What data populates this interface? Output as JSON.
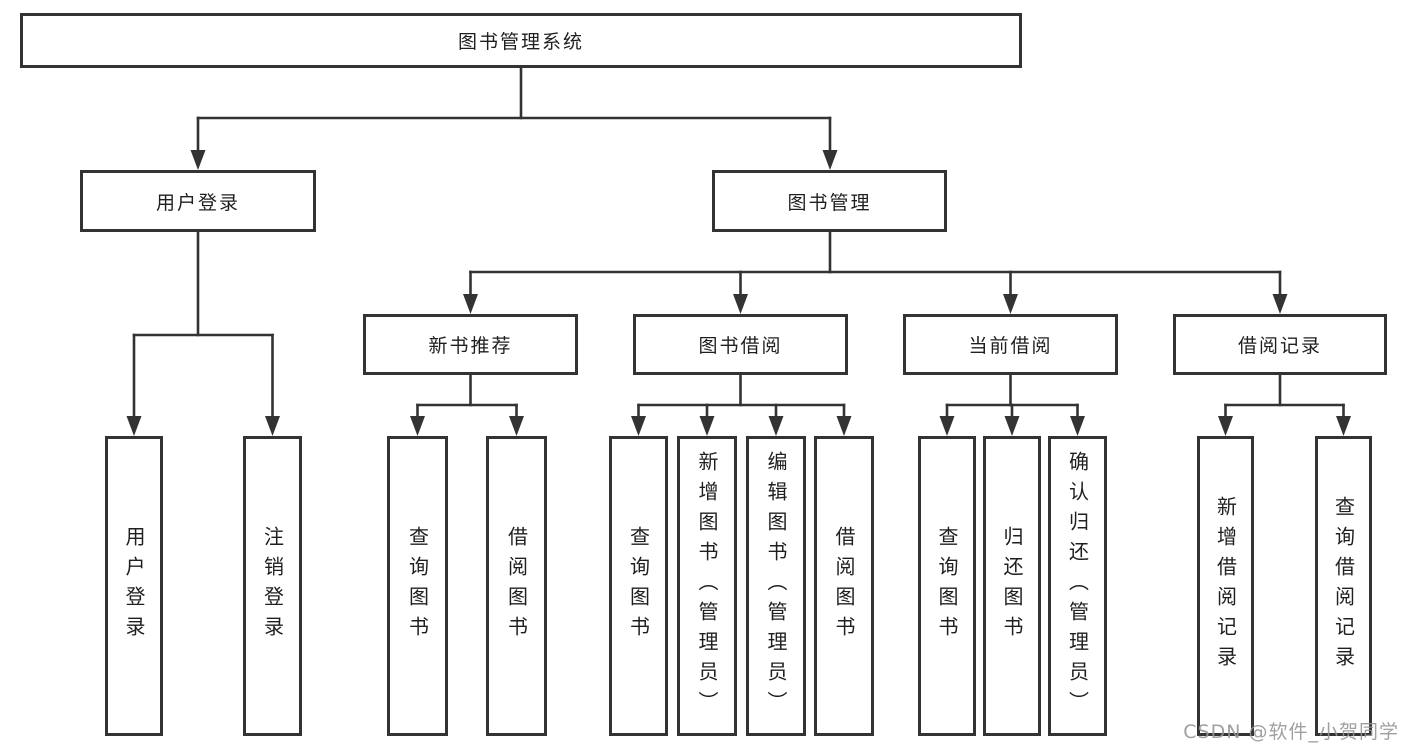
{
  "colors": {
    "line": "#333333",
    "box_border": "#333333",
    "text": "#1f1f1f",
    "watermark": "#969696"
  },
  "watermark": "CSDN @软件_小贺同学",
  "nodes": {
    "root": "图书管理系统",
    "user_login": "用户登录",
    "book_mgmt": "图书管理",
    "new_book_rec": "新书推荐",
    "book_borrow": "图书借阅",
    "current_borrow": "当前借阅",
    "borrow_record": "借阅记录",
    "leaf_user_login": "用户登录",
    "leaf_logout": "注销登录",
    "leaf_nr_query": "查询图书",
    "leaf_nr_borrow": "借阅图书",
    "leaf_bb_query": "查询图书",
    "leaf_bb_add": "新增图书（管理员）",
    "leaf_bb_edit": "编辑图书（管理员）",
    "leaf_bb_borrow": "借阅图书",
    "leaf_cb_query": "查询图书",
    "leaf_cb_return": "归还图书",
    "leaf_cb_confirm": "确认归还（管理员）",
    "leaf_br_add": "新增借阅记录",
    "leaf_br_query": "查询借阅记录"
  },
  "hierarchy": {
    "图书管理系统": [
      "用户登录",
      "图书管理"
    ],
    "用户登录": [
      "用户登录",
      "注销登录"
    ],
    "图书管理": [
      "新书推荐",
      "图书借阅",
      "当前借阅",
      "借阅记录"
    ],
    "新书推荐": [
      "查询图书",
      "借阅图书"
    ],
    "图书借阅": [
      "查询图书",
      "新增图书（管理员）",
      "编辑图书（管理员）",
      "借阅图书"
    ],
    "当前借阅": [
      "查询图书",
      "归还图书",
      "确认归还（管理员）"
    ],
    "借阅记录": [
      "新增借阅记录",
      "查询借阅记录"
    ]
  }
}
